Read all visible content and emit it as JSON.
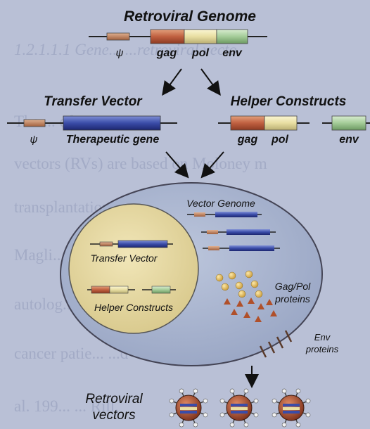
{
  "background_text": [
    "1.2.1.1.1 Gene... ...retroviral vecto",
    "The ... of ...",
    "vectors (RVs) are based on Moloney m",
    "transplantation ... ...ified RV a",
    "Magli... ...et al.,",
    "autolog... ...ration",
    "cancer patie... ...d",
    "al. 199... ... Rill,"
  ],
  "top": {
    "title": "Retroviral Genome",
    "psi": "ψ",
    "gag": "gag",
    "pol": "pol",
    "env": "env"
  },
  "transfer": {
    "title": "Transfer Vector",
    "psi": "ψ",
    "gene": "Therapeutic gene"
  },
  "helper": {
    "title": "Helper Constructs",
    "gag": "gag",
    "pol": "pol",
    "env": "env"
  },
  "cell": {
    "vector_genome": "Vector Genome",
    "nucleus_transfer": "Transfer Vector",
    "nucleus_helper": "Helper Constructs",
    "gagpol_line1": "Gag/Pol",
    "gagpol_line2": "proteins",
    "env_line1": "Env",
    "env_line2": "proteins"
  },
  "output": {
    "line1": "Retroviral",
    "line2": "vectors"
  },
  "colors": {
    "background": "#b9c0d6",
    "gag": "#c8704e",
    "pol": "#e8e0a8",
    "env": "#a8d0a0",
    "therapeutic": "#3a4ca8",
    "psi": "#c0805a",
    "cell": "#a6b3cf",
    "nucleus": "#e6d7a1"
  }
}
